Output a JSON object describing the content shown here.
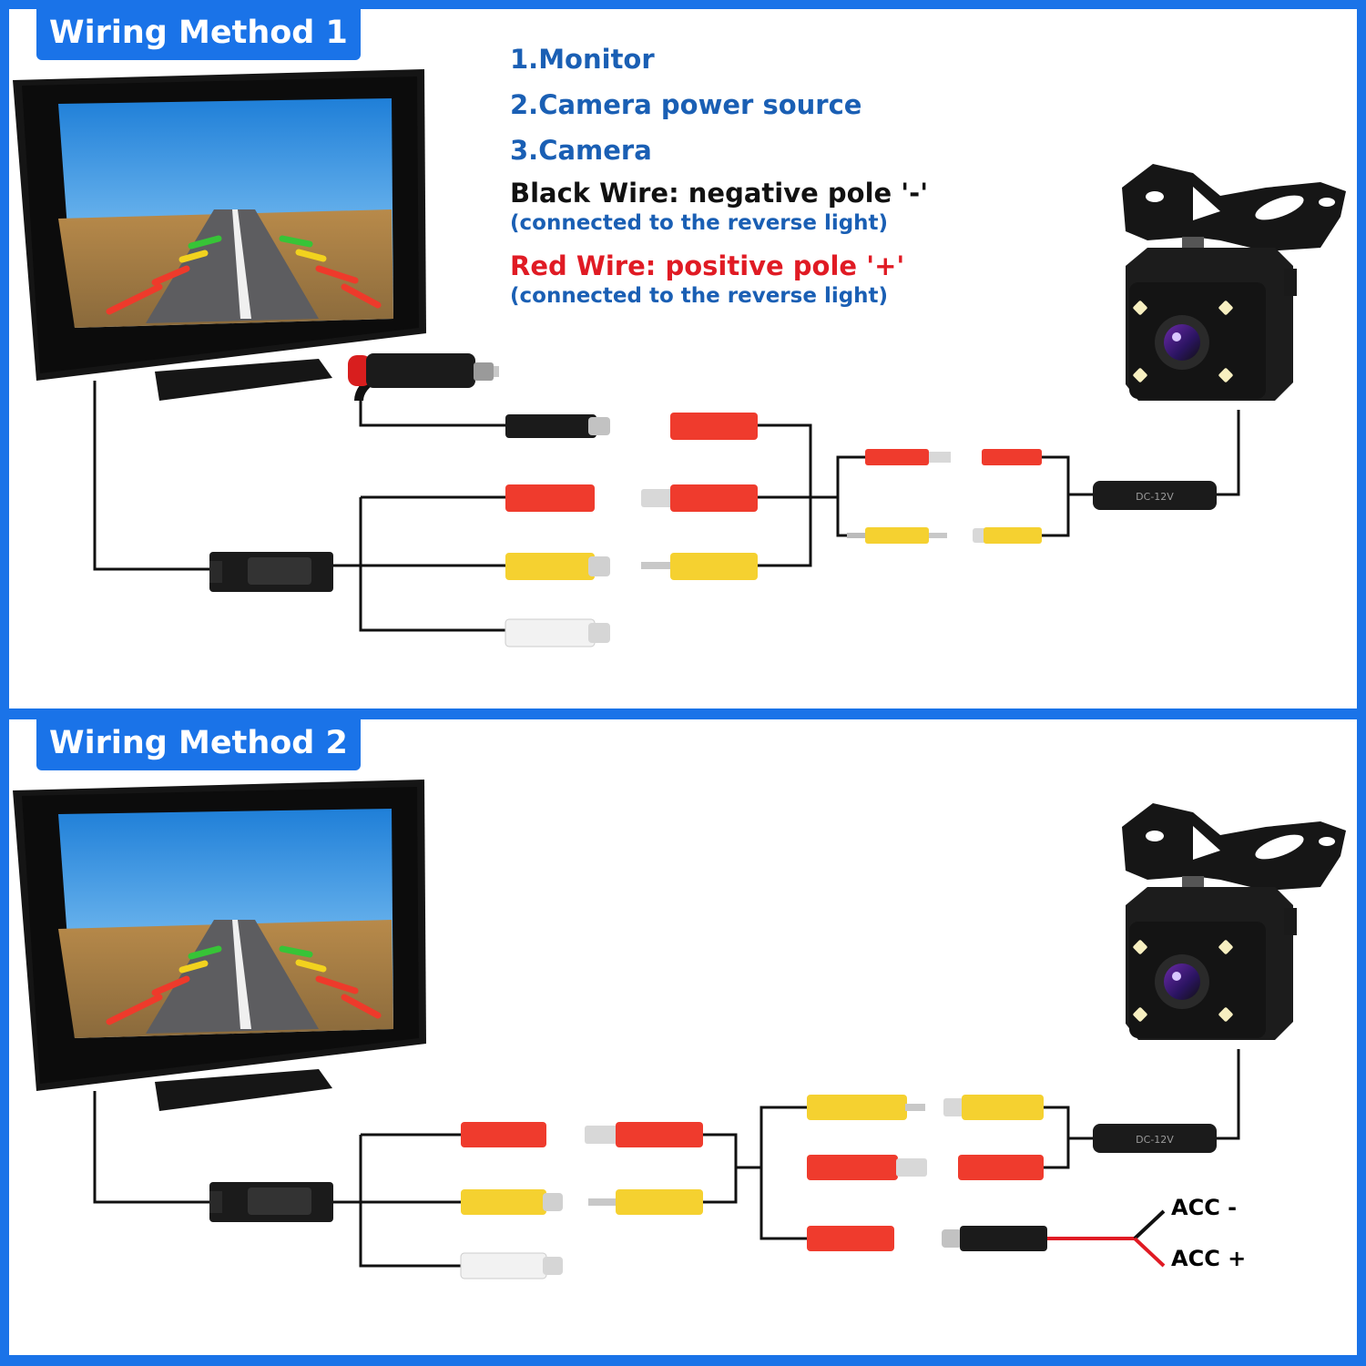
{
  "colors": {
    "frame": "#1a73e8",
    "legend_blue": "#1a5fb4",
    "black_wire_text": "#111111",
    "red_wire_text": "#e01b24",
    "connector_red": "#ef3b2d",
    "connector_yellow": "#f5d130",
    "connector_white": "#f2f2f2"
  },
  "method1": {
    "title": "Wiring Method 1",
    "legend": {
      "item1": "1.Monitor",
      "item2": "2.Camera power source",
      "item3": "3.Camera",
      "black_wire": "Black Wire: negative pole '-'",
      "black_note": "(connected to the reverse light)",
      "red_wire": "Red Wire: positive pole '+'",
      "red_note": "(connected to the reverse light)"
    },
    "module_label": "DC-12V"
  },
  "method2": {
    "title": "Wiring Method 2",
    "module_label": "DC-12V",
    "acc_minus": "ACC -",
    "acc_plus": "ACC +"
  },
  "icons": [
    "monitor-icon",
    "camera-icon",
    "cigarette-lighter-plug-icon",
    "av-connector-icon",
    "power-module-icon"
  ]
}
